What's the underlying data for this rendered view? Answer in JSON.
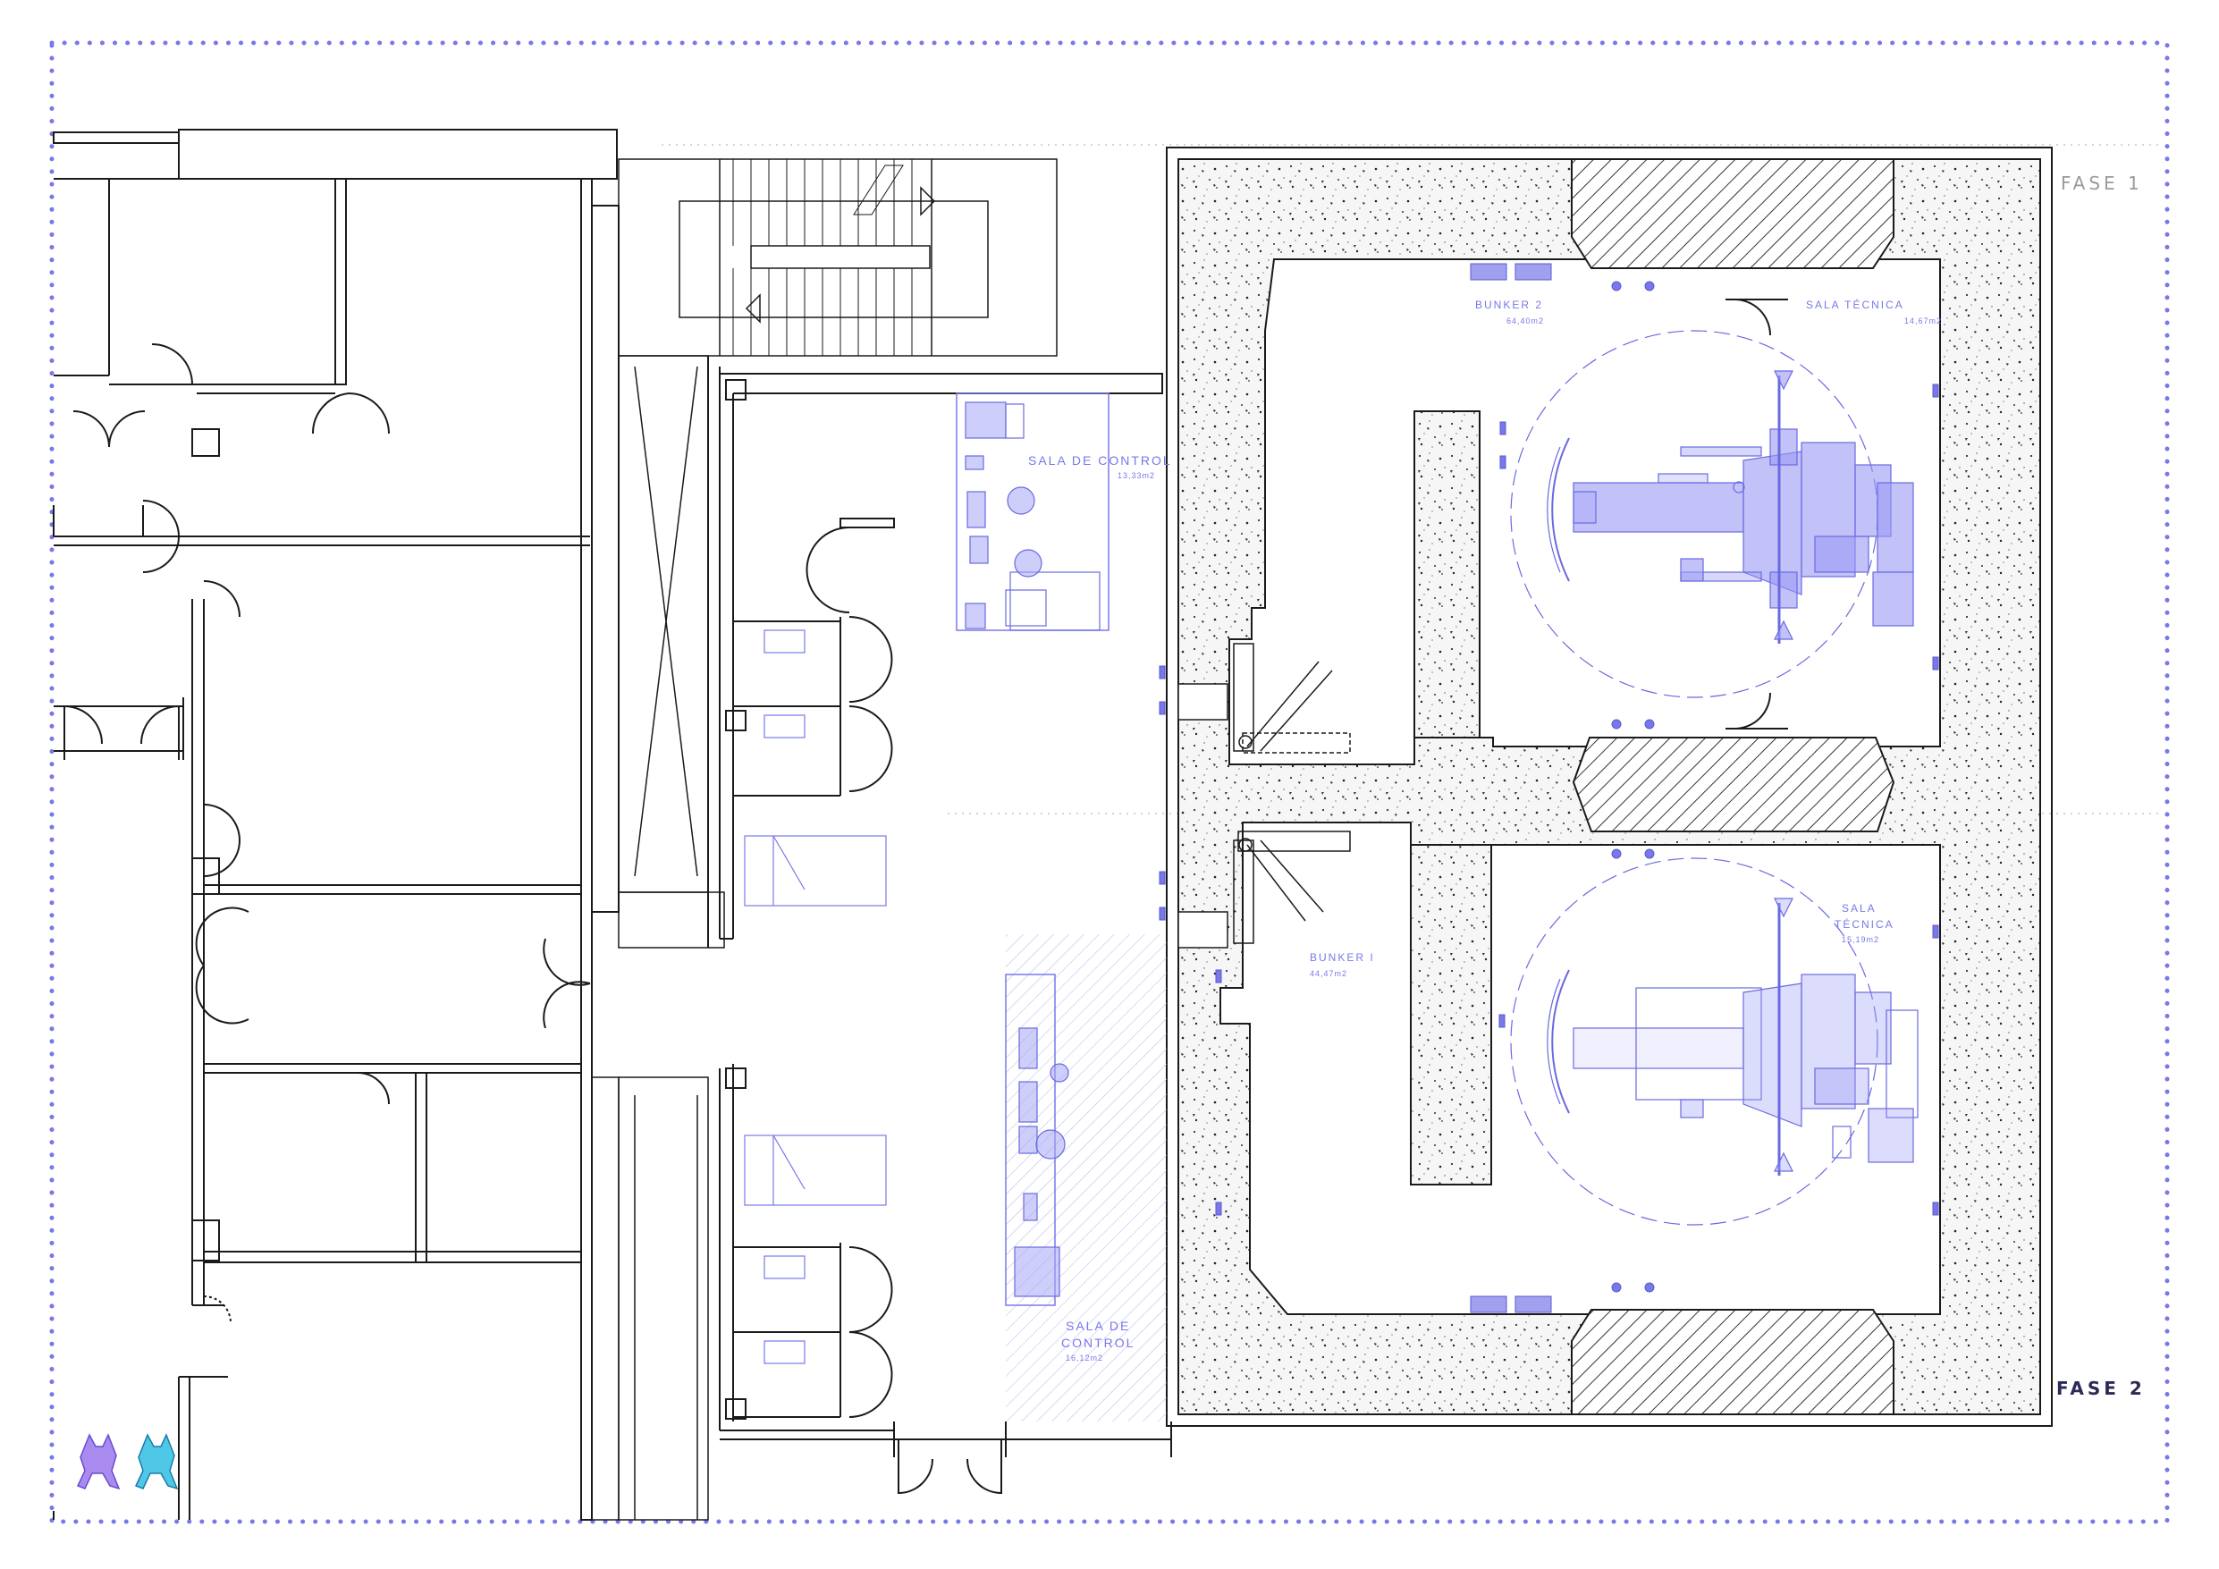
{
  "phases": {
    "phase1": "FASE 1",
    "phase2": "FASE 2"
  },
  "rooms": {
    "bunker2": {
      "name": "BUNKER 2",
      "area": "64,40m2"
    },
    "sala_tecnica_top": {
      "name": "SALA TÉCNICA",
      "area": "14,67m2"
    },
    "sala_control_top": {
      "name": "SALA DE CONTROL",
      "area": "13,33m2"
    },
    "bunker1": {
      "name": "BUNKER I",
      "area": "44,47m2"
    },
    "sala_tecnica_bottom": {
      "name_line1": "SALA",
      "name_line2": "TÉCNICA",
      "area": "15,19m2"
    },
    "sala_control_bottom": {
      "name_line1": "SALA DE",
      "name_line2": "CONTROL",
      "area": "16,12m2"
    }
  },
  "colors": {
    "wall": "#1a1a1a",
    "equipment": "#7878e8",
    "border": "#7878e8",
    "phase1_text": "#9a9a9a",
    "phase2_text": "#2a2a55",
    "concrete": "#f4f4f4",
    "logo1": "#a98bf0",
    "logo2": "#4fc8e8"
  },
  "icons": [
    "dog-logo-icon",
    "dog-logo-icon"
  ]
}
